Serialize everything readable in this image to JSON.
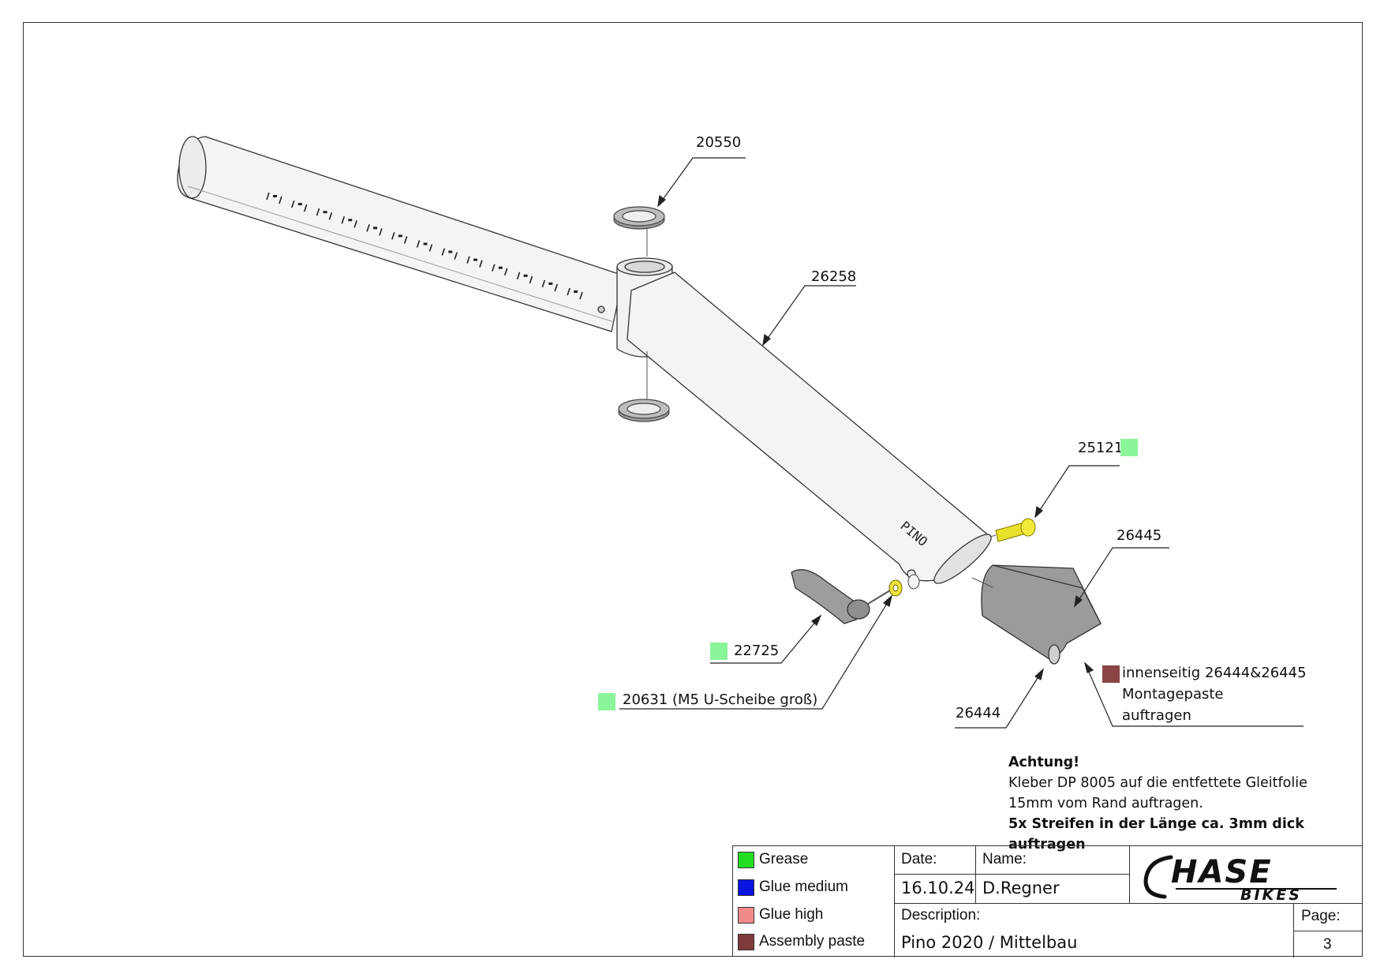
{
  "callouts": {
    "c20550": "20550",
    "c26258": "26258",
    "c25121": "25121",
    "c26445": "26445",
    "c22725": "22725",
    "c20631": "20631 (M5 U-Scheibe groß)",
    "c26444": "26444",
    "paste_line1": "innenseitig 26444&26445",
    "paste_line2": "Montagepaste",
    "paste_line3": "auftragen"
  },
  "tube_marking": "PINO",
  "note": {
    "title": "Achtung!",
    "line1": "Kleber DP 8005 auf die entfettete Gleitfolie",
    "line2": "15mm vom Rand auftragen.",
    "line3": "5x Streifen in der Länge ca. 3mm dick auftragen"
  },
  "legend": [
    {
      "label": "Grease",
      "color": "#22dd22"
    },
    {
      "label": "Glue medium",
      "color": "#0a14e0"
    },
    {
      "label": "Glue high",
      "color": "#f28a8a"
    },
    {
      "label": "Assembly paste",
      "color": "#7f3b3b"
    }
  ],
  "swatch_colors": {
    "grease_light": "#8af59a",
    "assembly_paste": "#8a4444"
  },
  "title_block": {
    "date_label": "Date:",
    "date_value": "16.10.24",
    "name_label": "Name:",
    "name_value": "D.Regner",
    "description_label": "Description:",
    "description_value": "Pino 2020 / Mittelbau",
    "page_label": "Page:",
    "page_value": "3"
  },
  "logo": {
    "main": "HASE",
    "sub": "BIKES"
  }
}
